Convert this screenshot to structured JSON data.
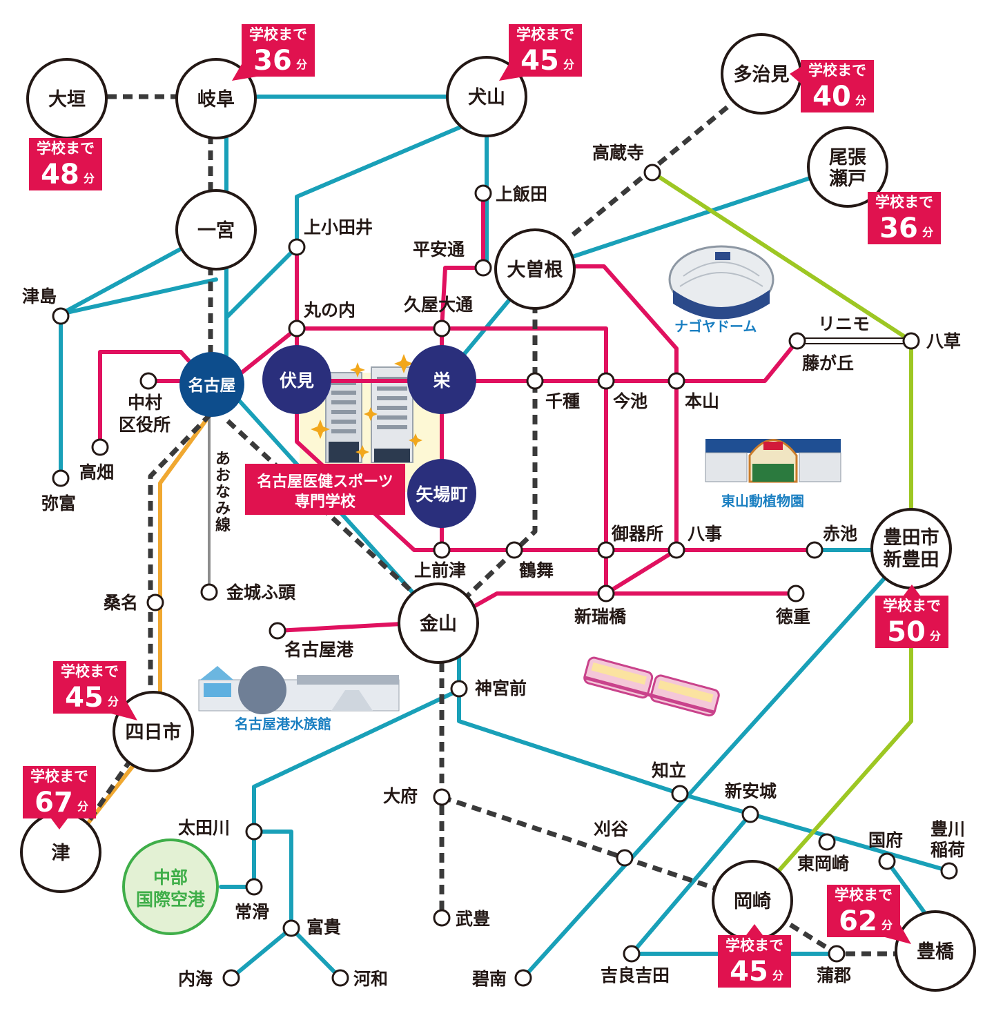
{
  "colors": {
    "jr_line": "#19a0b8",
    "pink_line": "#e0115f",
    "green_line": "#9dc723",
    "orange_line": "#f0a831",
    "dashed_line": "#3a3a3a",
    "subway_station": "#2a2f7c",
    "nagoya_station": "#0d4d8c",
    "tag": "#e0124f",
    "airport": "#3fae49"
  },
  "stations": {
    "ogaki": "大垣",
    "gifu": "岐阜",
    "inuyama": "犬山",
    "tajimi": "多治見",
    "takakuraji": "高蔵寺",
    "owari_seto": "尾張瀬戸",
    "kamiiida": "上飯田",
    "kamiotai": "上小田井",
    "heiando": "平安通",
    "ichinomiya": "一宮",
    "ozone": "大曽根",
    "tsushima": "津島",
    "marunouchi": "丸の内",
    "hisaya_odori": "久屋大通",
    "nagoya": "名古屋",
    "fushimi": "伏見",
    "sakae": "栄",
    "nakamura": "中村",
    "kuyakusho": "区役所",
    "chikusa": "千種",
    "imaike": "今池",
    "motoyama": "本山",
    "fujigaoka": "藤が丘",
    "yagusa": "八草",
    "linimo": "リニモ",
    "takabata": "高畑",
    "yatomi": "弥富",
    "aonami": "あおなみ線",
    "yabacho": "矢場町",
    "gokiso": "御器所",
    "yagoto": "八事",
    "akaike": "赤池",
    "toyotashi": "豊田市",
    "shintoyota": "新豊田",
    "kamimaezu": "上前津",
    "tsurumai": "鶴舞",
    "kinjofuto": "金城ふ頭",
    "kuwana": "桑名",
    "shinmizuhashi": "新瑞橋",
    "tokushige": "徳重",
    "kanayama": "金山",
    "nagoyako": "名古屋港",
    "jingumae": "神宮前",
    "yokkaichi": "四日市",
    "tsu": "津",
    "obu": "大府",
    "chiryu": "知立",
    "shin_anjo": "新安城",
    "kariya": "刈谷",
    "otagawa": "太田川",
    "higashi_okazaki": "東岡崎",
    "kou": "国府",
    "toyokawa": "豊川",
    "inari": "稲荷",
    "tokoname": "常滑",
    "tomiki": "富貴",
    "okazaki": "岡崎",
    "taketoyo": "武豊",
    "utsumi": "内海",
    "kowa": "河和",
    "hekinan": "碧南",
    "kira_yoshida": "吉良吉田",
    "gamagori": "蒲郡",
    "toyohashi": "豊橋"
  },
  "airport": {
    "line1": "中部",
    "line2": "国際空港"
  },
  "school": {
    "line1": "名古屋医健スポーツ",
    "line2": "専門学校"
  },
  "landmarks": {
    "nagoya_dome": "ナゴヤドーム",
    "higashiyama_zoo": "東山動植物園",
    "aquarium": "名古屋港水族館"
  },
  "tags": {
    "prefix": "学校まで",
    "unit": "分",
    "ogaki": "48",
    "gifu": "36",
    "inuyama": "45",
    "tajimi": "40",
    "owari_seto": "36",
    "toyota": "50",
    "yokkaichi": "45",
    "tsu": "67",
    "okazaki": "45",
    "toyohashi": "62"
  }
}
